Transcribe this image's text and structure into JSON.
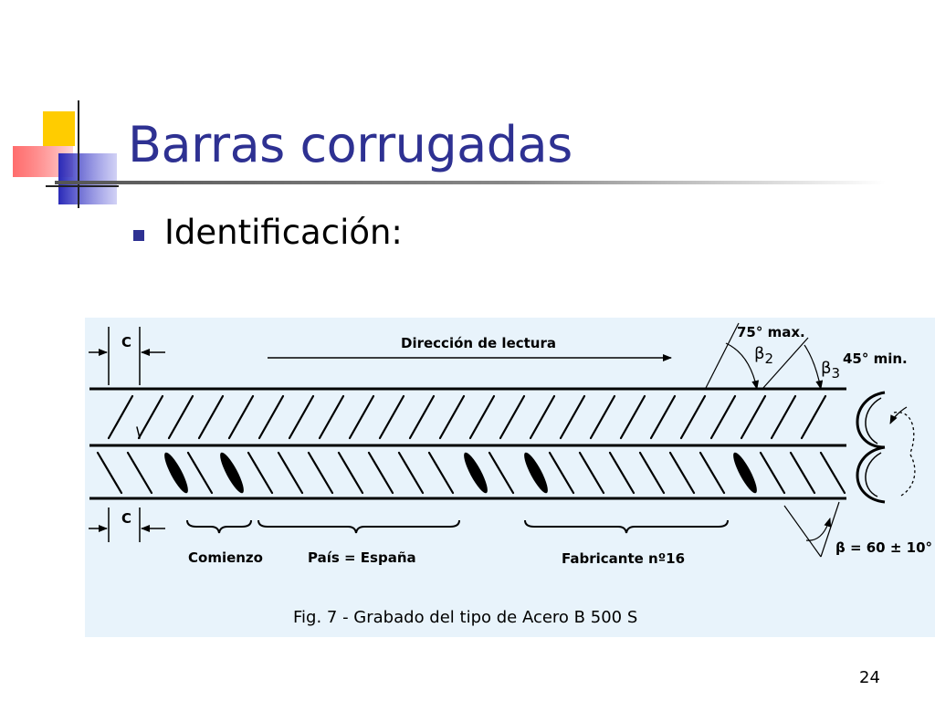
{
  "slide": {
    "title": "Barras corrugadas",
    "bullet": "Identificación:",
    "page_number": "24"
  },
  "figure": {
    "c_top": "C",
    "c_bottom": "C",
    "reading_direction": "Dirección de lectura",
    "angle_max": "75° max.",
    "beta2": "β",
    "beta2_sub": "2",
    "beta3": "β",
    "beta3_sub": "3",
    "angle_min": "45° min.",
    "beta_value": "β = 60 ± 10°",
    "label_start": "Comienzo",
    "label_country": "País = España",
    "label_manufacturer": "Fabricante nº16",
    "caption": "Fig. 7 - Grabado del tipo de Acero B 500 S"
  },
  "colors": {
    "title": "#2e3192",
    "bullet": "#2e3192",
    "figure_background": "#e8f3fb",
    "deco_yellow": "#ffcc00",
    "deco_red": "#ff3333",
    "deco_blue": "#3333cc"
  }
}
